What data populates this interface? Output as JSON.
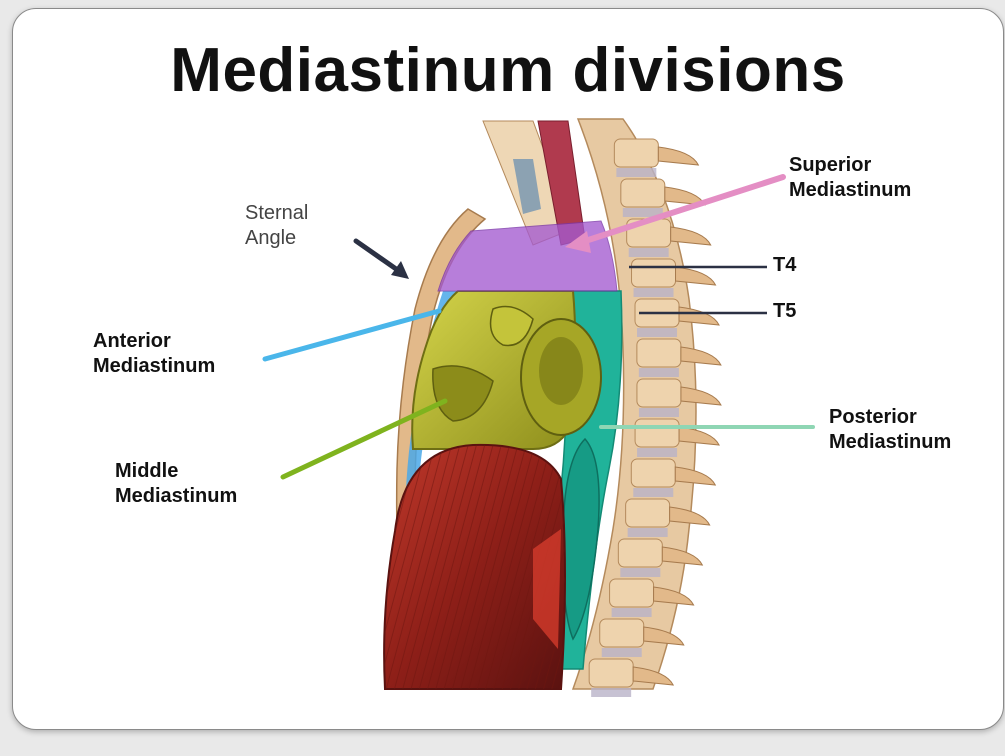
{
  "title": "Mediastinum divisions",
  "labels": {
    "superior": [
      "Superior",
      "Mediastinum"
    ],
    "sternal_angle": [
      "Sternal",
      "Angle"
    ],
    "t4": "T4",
    "t5": "T5",
    "anterior": [
      "Anterior",
      "Mediastinum"
    ],
    "middle": [
      "Middle",
      "Mediastinum"
    ],
    "posterior": [
      "Posterior",
      "Mediastinum"
    ]
  },
  "colors": {
    "superior_region": "#a45ad0",
    "anterior_region": "#4aa8e8",
    "middle_region": "#7fb31e",
    "posterior_region": "#20b39a",
    "heart": "#b8b832",
    "diaphragm_muscle": "#9e2a22",
    "bone": "#e2b98a",
    "superior_pointer": "#e48ec4",
    "sternal_pointer": "#2b3144"
  }
}
